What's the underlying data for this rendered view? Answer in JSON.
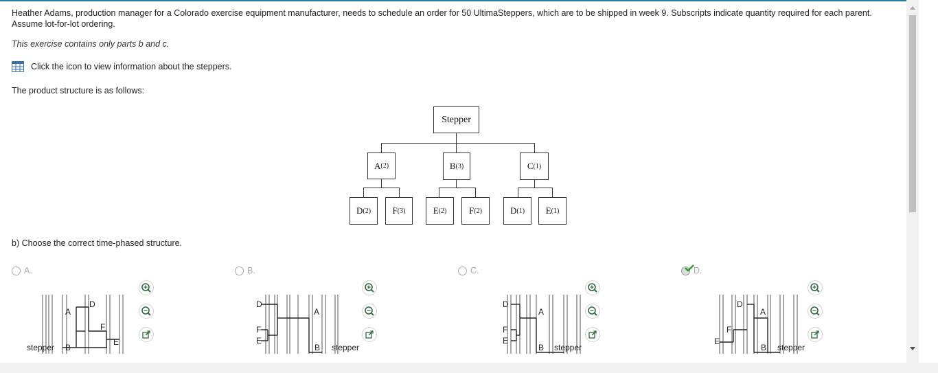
{
  "problem": {
    "intro": "Heather Adams, production manager for a Colorado exercise equipment manufacturer, needs to schedule an order for 50 UltimaSteppers, which are to be shipped in week 9. Subscripts indicate quantity required for each parent. Assume lot-for-lot ordering.",
    "note": "This exercise contains only parts b and c.",
    "info_link": "Click the icon to view information about the steppers.",
    "structure_label": "The product structure is as follows:",
    "question": "b) Choose the correct time-phased structure."
  },
  "tree": {
    "root": "Stepper",
    "level1": [
      {
        "letter": "A",
        "qty": "(2)"
      },
      {
        "letter": "B",
        "qty": "(3)"
      },
      {
        "letter": "C",
        "qty": "(1)"
      }
    ],
    "level2": [
      {
        "letter": "D",
        "qty": "(2)"
      },
      {
        "letter": "F",
        "qty": "(3)"
      },
      {
        "letter": "E",
        "qty": "(2)"
      },
      {
        "letter": "F",
        "qty": "(2)"
      },
      {
        "letter": "D",
        "qty": "(1)"
      },
      {
        "letter": "E",
        "qty": "(1)"
      }
    ]
  },
  "options": [
    {
      "label": "A.",
      "selected": false
    },
    {
      "label": "B.",
      "selected": false
    },
    {
      "label": "C.",
      "selected": false
    },
    {
      "label": "D.",
      "selected": true
    }
  ],
  "time_phased": {
    "a": {
      "stepper": "stepper",
      "B": "B",
      "A": "A",
      "D": "D",
      "F": "F",
      "E": "E"
    },
    "b": {
      "D": "D",
      "F": "F",
      "E": "E",
      "A": "A",
      "B": "B",
      "stepper": "stepper"
    },
    "c": {
      "D": "D",
      "F": "F",
      "E": "E",
      "A": "A",
      "B": "B",
      "stepper": "stepper"
    },
    "d": {
      "E": "E",
      "F": "F",
      "D": "D",
      "A": "A",
      "B": "B",
      "stepper": "stepper"
    }
  },
  "icons": {
    "table": "table-icon",
    "zoom_in": "zoom-in-icon",
    "zoom_out": "zoom-out-icon",
    "open": "open-external-icon",
    "correct": "checkmark-icon"
  },
  "colors": {
    "accent": "#2b7a9c",
    "check": "#2ca02c",
    "tool_icon": "#2d6a3e"
  }
}
